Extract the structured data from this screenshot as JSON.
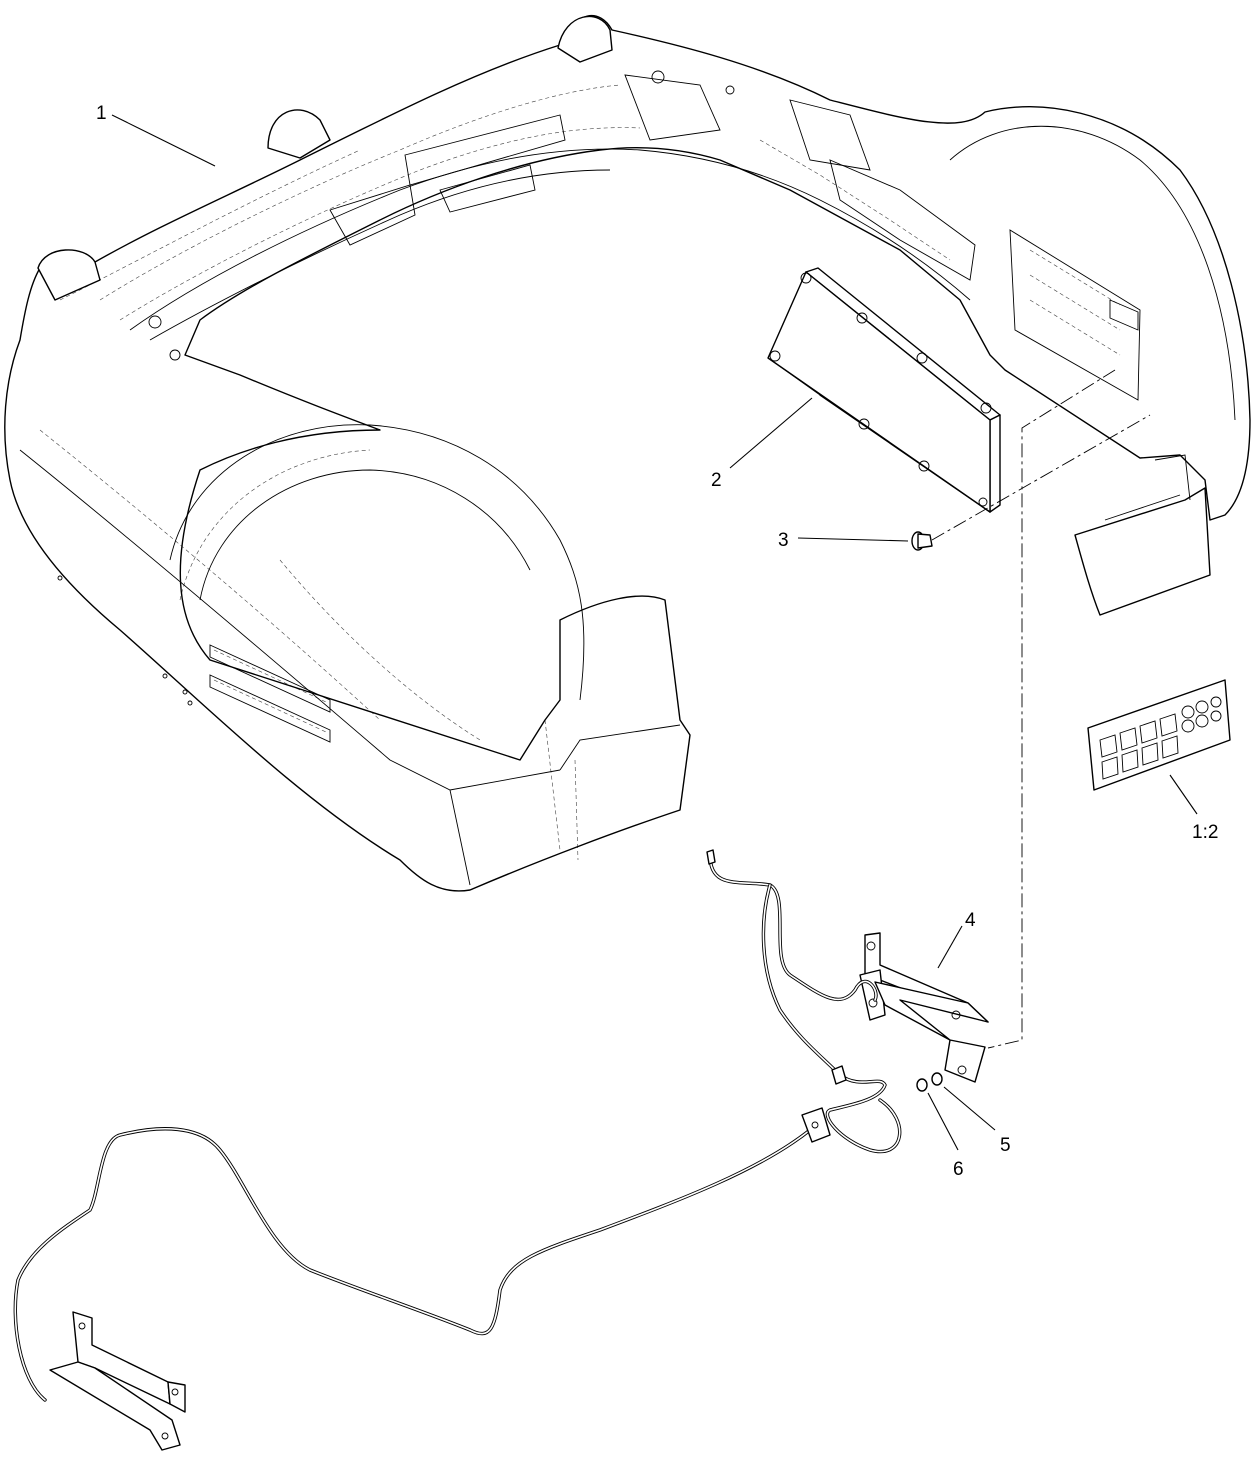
{
  "callouts": [
    {
      "id": "1",
      "text": "1"
    },
    {
      "id": "2",
      "text": "2"
    },
    {
      "id": "3",
      "text": "3"
    },
    {
      "id": "4",
      "text": "4"
    },
    {
      "id": "5",
      "text": "5"
    },
    {
      "id": "6",
      "text": "6"
    },
    {
      "id": "1-2",
      "text": "1:2"
    }
  ],
  "colors": {
    "line": "#000000",
    "background": "#ffffff"
  }
}
